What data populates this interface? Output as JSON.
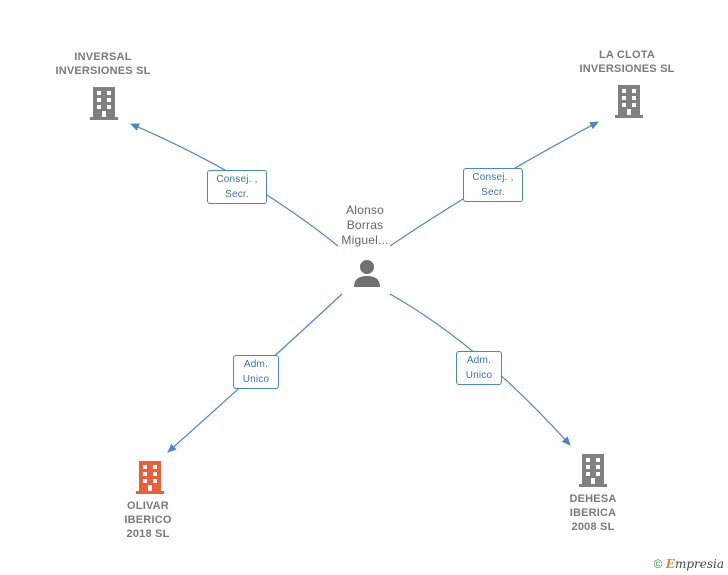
{
  "person": {
    "name": "Alonso\nBorras\nMiguel..."
  },
  "companies": [
    {
      "id": "inversal",
      "name": "INVERSAL\nINVERSIONES SL",
      "color": "#808080"
    },
    {
      "id": "laclota",
      "name": "LA CLOTA\nINVERSIONES SL",
      "color": "#808080"
    },
    {
      "id": "olivar",
      "name": "OLIVAR\nIBERICO\n2018  SL",
      "color": "#e8603c"
    },
    {
      "id": "dehesa",
      "name": "DEHESA\nIBERICA\n2008 SL",
      "color": "#808080"
    }
  ],
  "relations": [
    {
      "label": "Consej. ,\nSecr."
    },
    {
      "label": "Consej. ,\nSecr."
    },
    {
      "label": "Adm.\nUnico"
    },
    {
      "label": "Adm.\nUnico"
    }
  ],
  "footer": {
    "copyright": "©",
    "brand_e": "E",
    "brand_rest": "mpresia"
  },
  "colors": {
    "edge": "#4a86c8",
    "building_default": "#808080",
    "building_highlight": "#e8603c"
  }
}
